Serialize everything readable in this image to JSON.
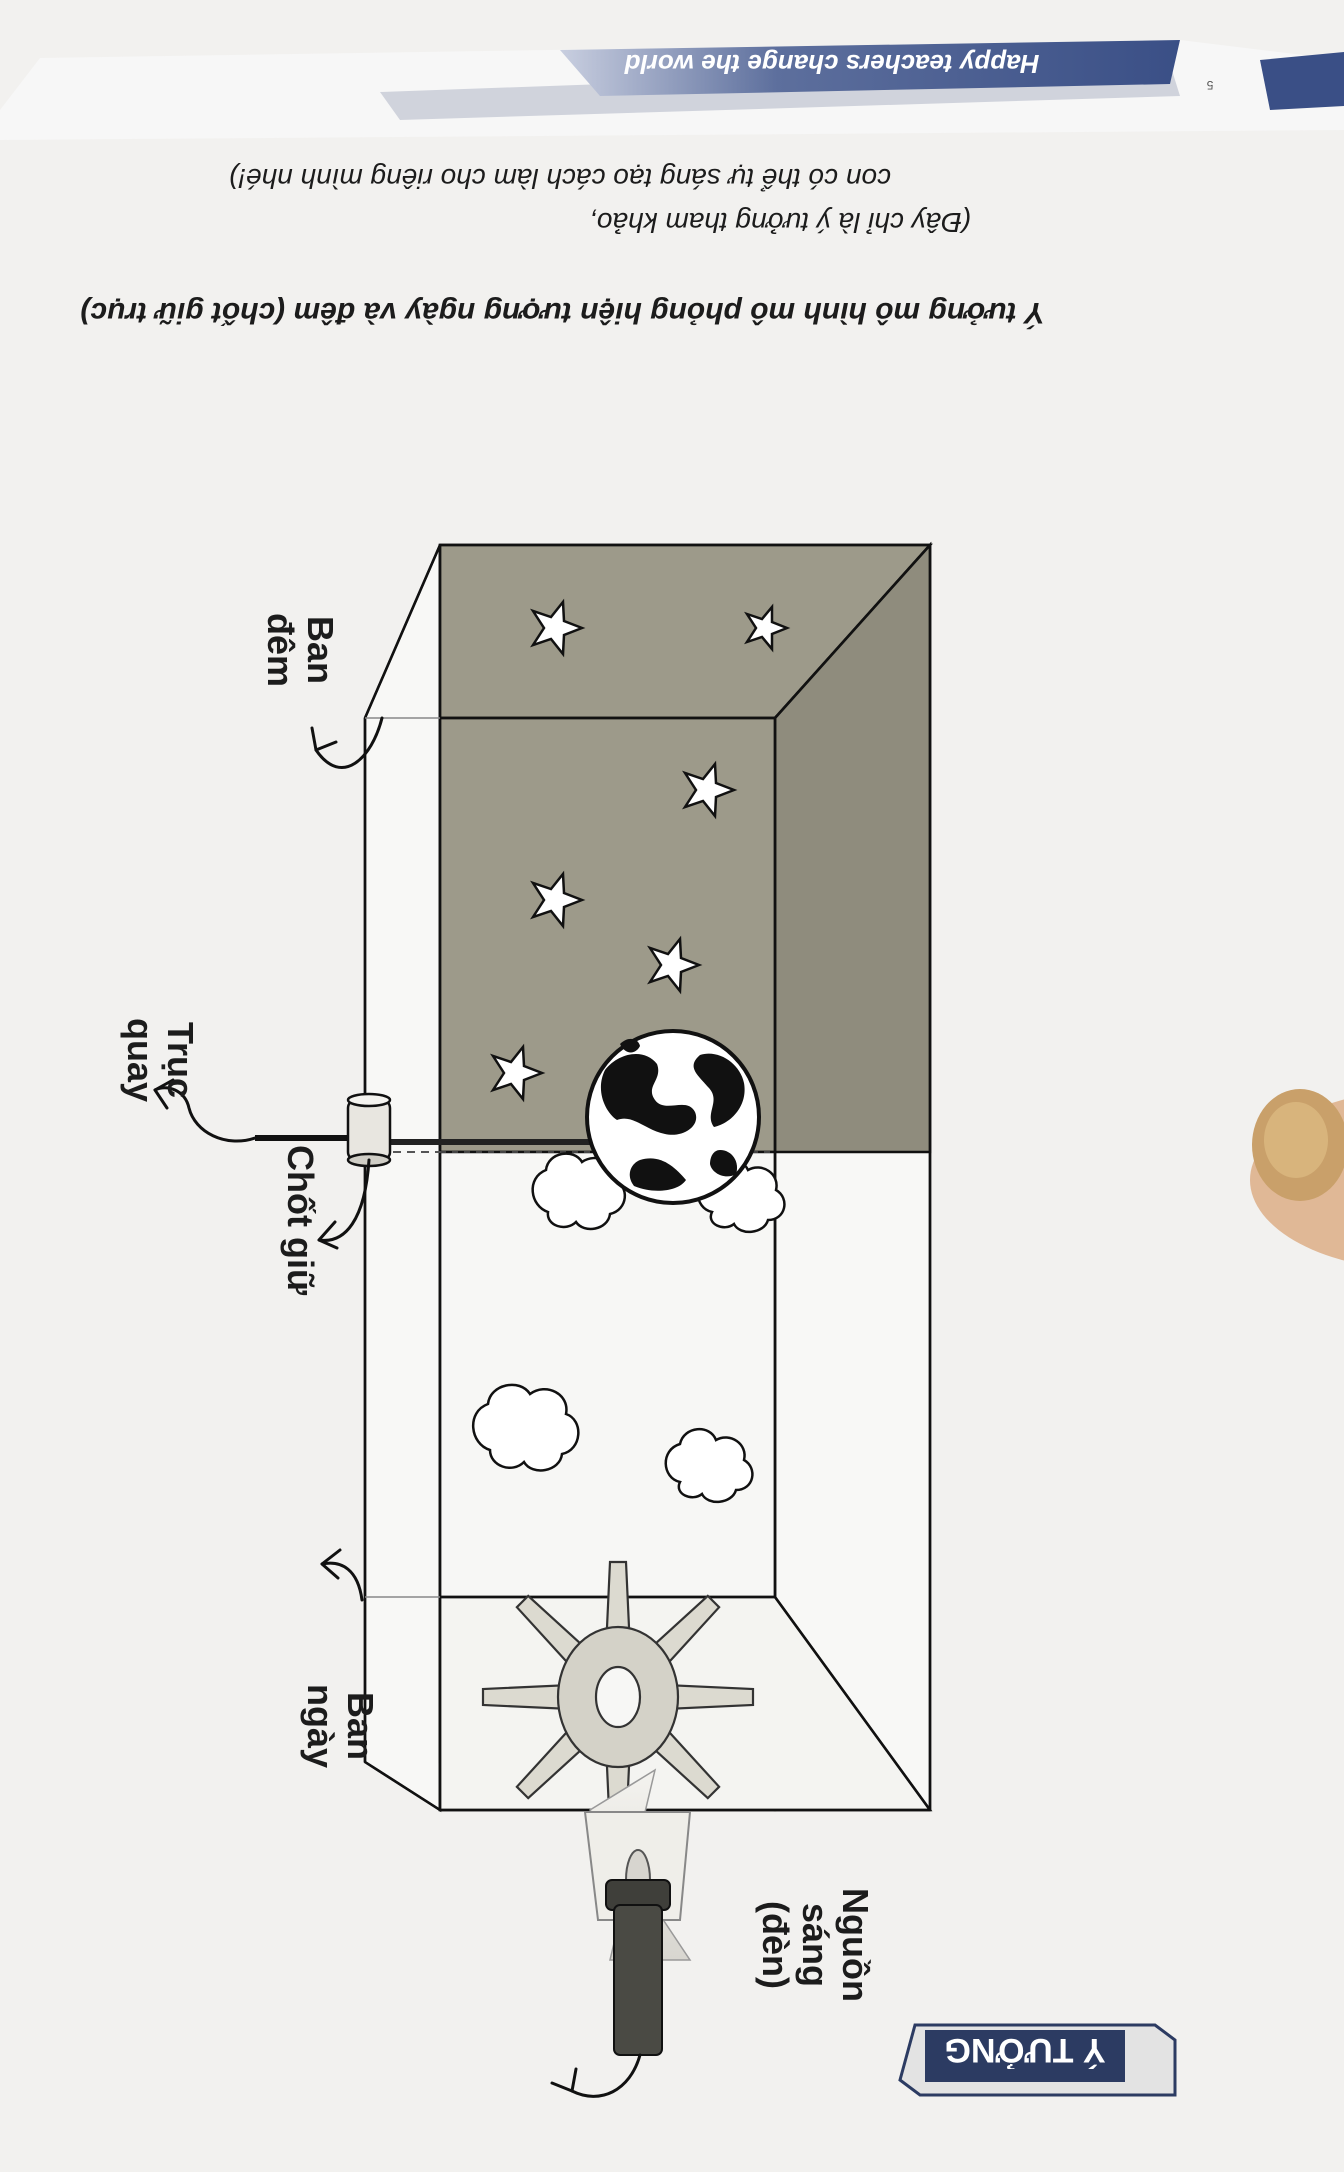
{
  "header": {
    "band_text": "Happy teachers change the world",
    "page_marker": "5"
  },
  "caption": {
    "title": "Ý tưởng mô hình mô phỏng hiện tượng ngày và đêm (chốt giữ trục)",
    "note_line1": "(Đây chỉ là ý tưởng tham khảo,",
    "note_line2": "con có thể tự sáng tạo cách làm cho riêng mình nhé!)"
  },
  "diagram": {
    "labels": {
      "night": "Ban đêm",
      "rotation_axis": "Trục quay",
      "axis_pin": "Chốt giữ",
      "day": "Ban ngày",
      "light_source": "Nguồn sáng (đèn)"
    }
  },
  "footer": {
    "badge": "Ý TƯỞNG"
  },
  "colors": {
    "night_panel": "#9d9a8a",
    "header_band": "#3a4f86",
    "badge_bg": "#2c3b62",
    "page": "#f2f1ef"
  }
}
